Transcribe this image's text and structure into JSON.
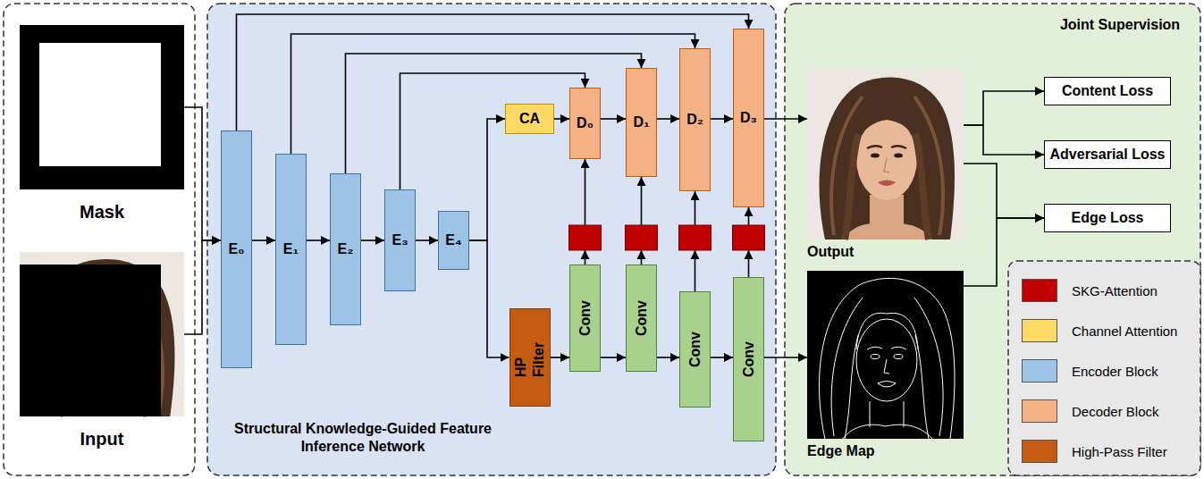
{
  "diagram": {
    "nodes": [
      {
        "text": [
          "Mask"
        ]
      },
      {
        "text": [
          "Input"
        ]
      },
      {
        "text": [
          "Structural Knowledge-Guided Feature Inference Network"
        ]
      },
      {
        "text": [
          "E₀"
        ],
        "in": 2
      },
      {
        "text": [
          "E₁"
        ],
        "in": 2
      },
      {
        "text": [
          "E₂"
        ],
        "in": 2
      },
      {
        "text": [
          "E₃"
        ],
        "in": 2
      },
      {
        "text": [
          "E₄"
        ],
        "in": 2
      },
      {
        "text": [
          "CA"
        ],
        "in": 2
      },
      {
        "text": [
          "D₀"
        ],
        "in": 2
      },
      {
        "text": [
          "D₁"
        ],
        "in": 2
      },
      {
        "text": [
          "D₂"
        ],
        "in": 2
      },
      {
        "text": [
          "D₃"
        ],
        "in": 2
      },
      {
        "text": [
          "HP Filter"
        ],
        "in": 2
      },
      {
        "text": [
          "Conv"
        ],
        "in": 2
      },
      {
        "text": [
          "Conv"
        ],
        "in": 2
      },
      {
        "text": [
          "Conv"
        ],
        "in": 2
      },
      {
        "text": [
          "Conv"
        ],
        "in": 2
      },
      {
        "text": [
          "Joint Supervision"
        ]
      },
      {
        "text": [
          "Output"
        ],
        "in": 18
      },
      {
        "text": [
          "Edge Map"
        ],
        "in": 18
      },
      {
        "text": [
          "Content Loss"
        ],
        "in": 18
      },
      {
        "text": [
          "Adversarial Loss"
        ],
        "in": 18
      },
      {
        "text": [
          "Edge Loss"
        ],
        "in": 18
      }
    ],
    "edges": [
      {
        "from": 0,
        "to": 3,
        "arrow": "to"
      },
      {
        "from": 1,
        "to": 3,
        "arrow": "to"
      },
      {
        "from": 3,
        "to": 4,
        "arrow": "to"
      },
      {
        "from": 4,
        "to": 5,
        "arrow": "to"
      },
      {
        "from": 5,
        "to": 6,
        "arrow": "to"
      },
      {
        "from": 6,
        "to": 7,
        "arrow": "to"
      },
      {
        "from": 7,
        "to": 8,
        "arrow": "to"
      },
      {
        "from": 7,
        "to": 13,
        "arrow": "to"
      },
      {
        "from": 8,
        "to": 9,
        "arrow": "to"
      },
      {
        "from": 9,
        "to": 10,
        "arrow": "to"
      },
      {
        "from": 10,
        "to": 11,
        "arrow": "to"
      },
      {
        "from": 11,
        "to": 12,
        "arrow": "to"
      },
      {
        "from": 6,
        "to": 9,
        "arrow": "to"
      },
      {
        "from": 5,
        "to": 10,
        "arrow": "to"
      },
      {
        "from": 4,
        "to": 11,
        "arrow": "to"
      },
      {
        "from": 3,
        "to": 12,
        "arrow": "to"
      },
      {
        "from": 13,
        "to": 14,
        "arrow": "to"
      },
      {
        "from": 14,
        "to": 15,
        "arrow": "to"
      },
      {
        "from": 15,
        "to": 16,
        "arrow": "to"
      },
      {
        "from": 16,
        "to": 17,
        "arrow": "to"
      },
      {
        "from": 14,
        "to": 9,
        "arrow": "to"
      },
      {
        "from": 15,
        "to": 10,
        "arrow": "to"
      },
      {
        "from": 16,
        "to": 11,
        "arrow": "to"
      },
      {
        "from": 17,
        "to": 12,
        "arrow": "to"
      },
      {
        "from": 12,
        "to": 19,
        "arrow": "to"
      },
      {
        "from": 17,
        "to": 20,
        "arrow": "to"
      },
      {
        "from": 19,
        "to": 21,
        "arrow": "to"
      },
      {
        "from": 19,
        "to": 22,
        "arrow": "to"
      },
      {
        "from": 19,
        "to": 23,
        "arrow": "to"
      },
      {
        "from": 20,
        "to": 23,
        "arrow": "to"
      }
    ],
    "legend": [
      {
        "text": "SKG-Attention",
        "color": "#C00000"
      },
      {
        "text": "Channel Attention",
        "color": "#FFD966"
      },
      {
        "text": "Encoder Block",
        "color": "#9DC3E6"
      },
      {
        "text": "Decoder Block",
        "color": "#F4B183"
      },
      {
        "text": "High-Pass Filter",
        "color": "#C55A11"
      }
    ]
  }
}
